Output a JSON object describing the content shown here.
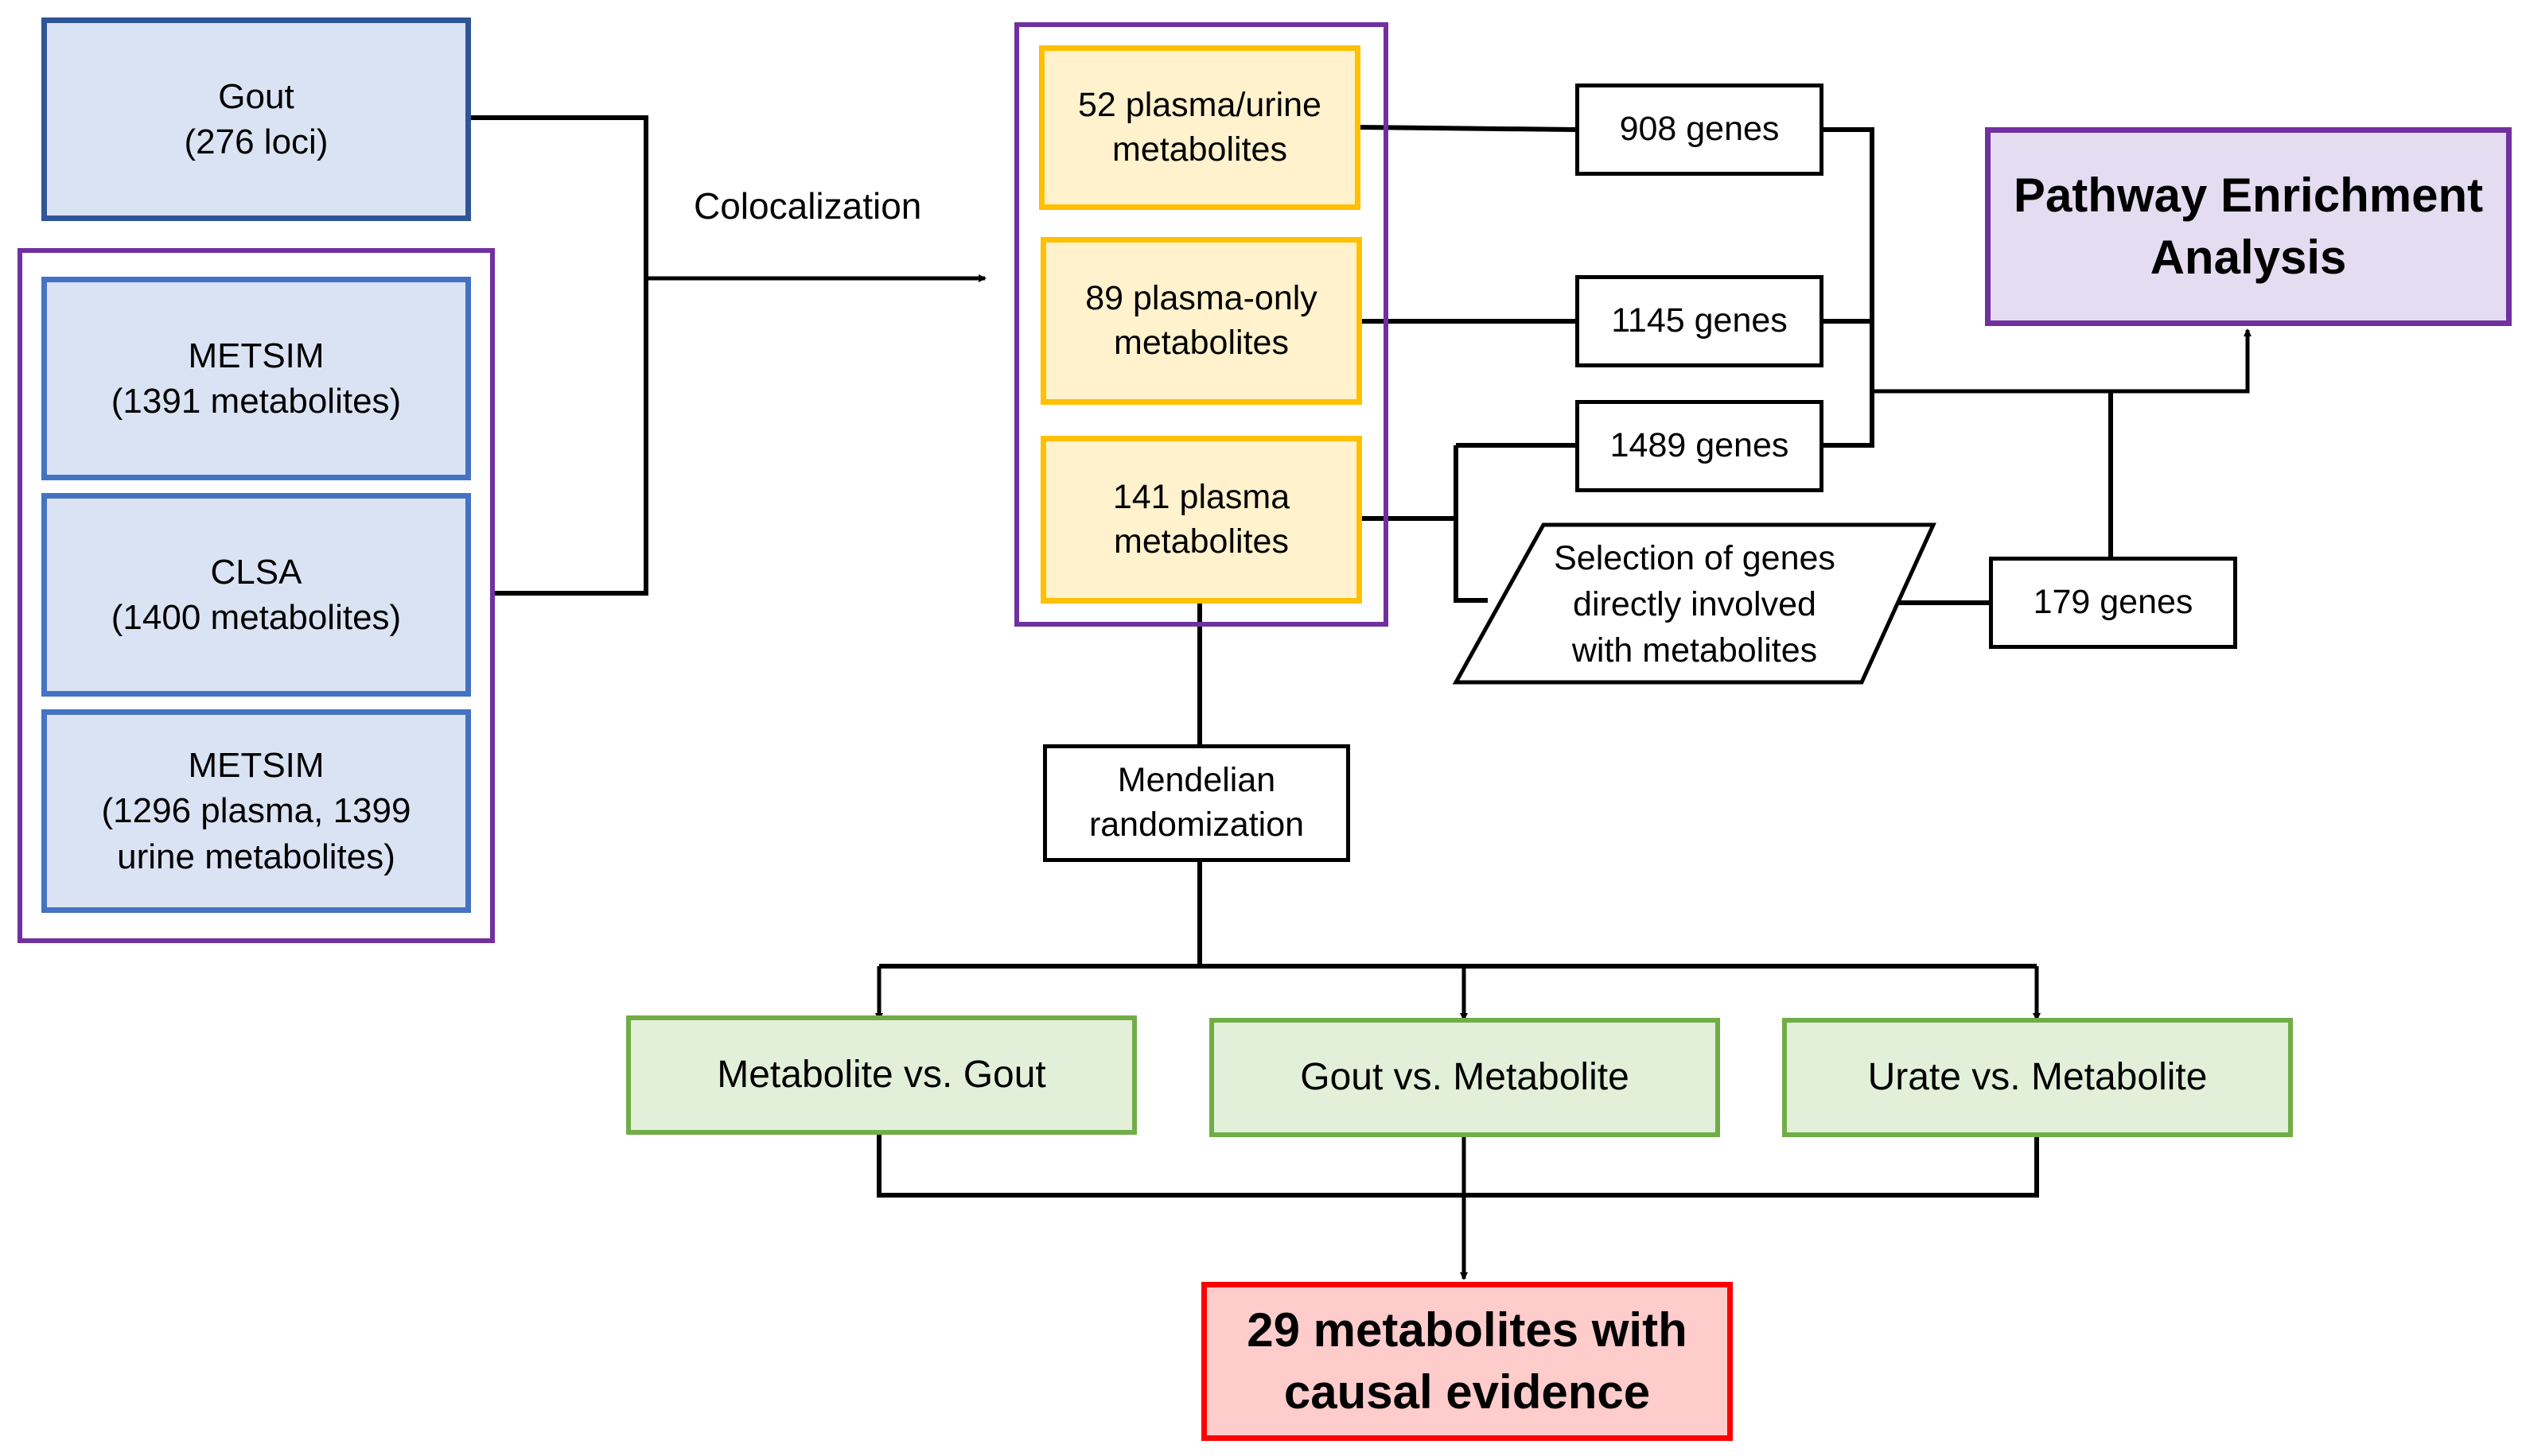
{
  "inputs": {
    "gout": "Gout\n(276 loci)",
    "metsim_1": "METSIM\n(1391 metabolites)",
    "clsa": "CLSA\n(1400 metabolites)",
    "metsim_2": "METSIM\n(1296 plasma, 1399\nurine metabolites)"
  },
  "colocalization_label": "Colocalization",
  "metabolite_sets": {
    "plasma_urine": "52 plasma/urine\nmetabolites",
    "plasma_only": "89 plasma-only\nmetabolites",
    "plasma": "141 plasma\nmetabolites"
  },
  "genes": {
    "g908": "908 genes",
    "g1145": "1145 genes",
    "g1489": "1489 genes",
    "g179": "179 genes"
  },
  "selection": "Selection of genes\ndirectly involved\nwith metabolites",
  "pathway": "Pathway Enrichment\nAnalysis",
  "mendelian": "Mendelian\nrandomization",
  "mr_tests": {
    "met_vs_gout": "Metabolite vs. Gout",
    "gout_vs_met": "Gout vs. Metabolite",
    "urate_vs_met": "Urate vs. Metabolite"
  },
  "result": "29 metabolites with\ncausal evidence",
  "colors": {
    "input_fill": "#dae3f3",
    "input_border": "#2f5597",
    "input_border_light": "#4472c4",
    "group_frame": "#7030a0",
    "metabolite_fill": "#fff2cc",
    "metabolite_border": "#ffc000",
    "pathway_fill": "#e4dcf0",
    "mr_fill": "#e2f0d9",
    "mr_border": "#70ad47",
    "result_fill": "#ffcccc",
    "result_border": "#ff0000"
  }
}
